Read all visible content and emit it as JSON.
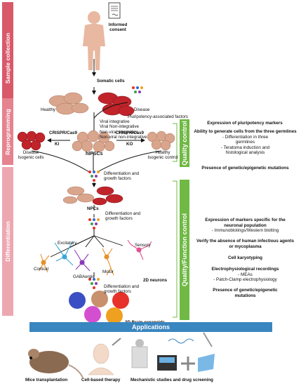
{
  "sidebar": {
    "sample_collection": "Sample collection",
    "reprogramming": "Reprogramming",
    "differentiation": "Differentiation"
  },
  "consent": {
    "label_line1": "Informed",
    "label_line2": "consent"
  },
  "somatic_cells": "Somatic cells",
  "healthy": "Healthy",
  "disease": "Disease",
  "pluripotency_factors": "Pluripotency-associated factors",
  "methods": [
    "Viral integrative",
    "Viral Non-integrative",
    "Non-viral integrative",
    "Non-viral non-integrative"
  ],
  "crispr_left": "CRISPR/Cas9",
  "ki": "KI",
  "crispr_right": "CRISPR/Cas9",
  "ko": "KO",
  "hipscs": "hIPSCs",
  "disease_isogenic_line1": "Disease",
  "disease_isogenic_line2": "Isogenic cells",
  "healthy_isogenic_line1": "Healthy",
  "healthy_isogenic_line2": "Isogenic control",
  "diff_growth_1_line1": "Differentiation and",
  "diff_growth_1_line2": "growth factors",
  "npcs": "NPCs",
  "diff_growth_2_line1": "Differentiation and",
  "diff_growth_2_line2": "growth factors",
  "neurons": {
    "excitatory": "Excitatory",
    "gabaergic": "GABAergic",
    "motor": "Motor",
    "sensory": "Sensory",
    "cortical": "Cortical"
  },
  "neurons_2d": "2D neurons",
  "diff_growth_3_line1": "Differentiation and",
  "diff_growth_3_line2": "growth factors",
  "organoids_3d": "3D Brain organoids",
  "quality_control": {
    "label": "Quality control",
    "items": {
      "markers": "Expression of pluripotency markers",
      "germlines_title": "Ability to generate cells from the three germlines",
      "germlines_sub1": "- Differentiation in three",
      "germlines_sub2": "germlines",
      "germlines_sub3": "- Teratoma induction and",
      "germlines_sub4": "histological analysis",
      "mutations": "Presence of genetic/epigenetic mutations"
    }
  },
  "function_control": {
    "label": "Quality/Function control",
    "items": {
      "markers_line1": "Expression of markers specific for the",
      "markers_line2": "neuronal population",
      "blotting": "- Immunoblotings/Western blotting",
      "infectious_line1": "Verify the absence of human infectious agents",
      "infectious_line2": "or mycoplasma",
      "karyotyping": "Cell karyotyping",
      "electro": "Electrophysiological recordings",
      "meas": "- MEAs",
      "patch": "- Patch-Clamp electrophysiology",
      "mutations_line1": "Presence of genetic/epigenetic",
      "mutations_line2": "mutations"
    }
  },
  "applications": {
    "title": "Applications",
    "mice": "Mice transplantation",
    "cell_therapy": "Cell-based therapy",
    "mechanistic": "Mechanistic studies and drug screening"
  },
  "colors": {
    "sample_bar": "#d9596a",
    "reprog_bar": "#e5838f",
    "diff_bar": "#eda7b0",
    "qc_green": "#6fb944",
    "app_blue": "#3a86c0",
    "healthy_cell": "#d9a58c",
    "disease_cell": "#c0242a"
  }
}
